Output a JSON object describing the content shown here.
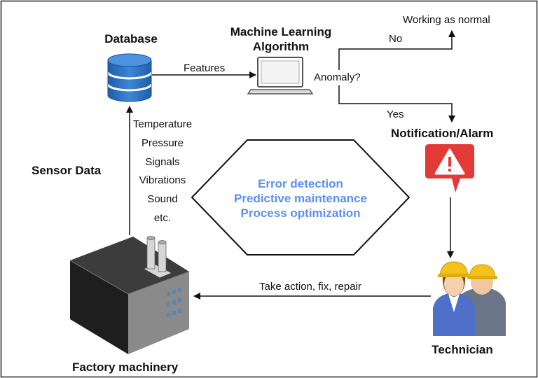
{
  "nodes": {
    "database": "Database",
    "ml_line1": "Machine Learning",
    "ml_line2": "Algorithm",
    "anomaly": "Anomaly?",
    "working": "Working as normal",
    "notification": "Notification/Alarm",
    "technician": "Technician",
    "factory": "Factory machinery",
    "sensor_data": "Sensor Data"
  },
  "edges": {
    "features": "Features",
    "no": "No",
    "yes": "Yes",
    "take_action": "Take action, fix, repair"
  },
  "sensor_list": [
    "Temperature",
    "Pressure",
    "Signals",
    "Vibrations",
    "Sound",
    "etc."
  ],
  "hexagon": {
    "line1": "Error detection",
    "line2": "Predictive maintenance",
    "line3": "Process optimization",
    "text_color": "#5b8ff0"
  },
  "colors": {
    "database_blue": "#2d6db5",
    "alarm_red": "#e23a36",
    "factory_dark": "#2b2b2b"
  },
  "icons": [
    "database-icon",
    "laptop-icon",
    "alarm-icon",
    "technician-icon",
    "factory-icon"
  ]
}
